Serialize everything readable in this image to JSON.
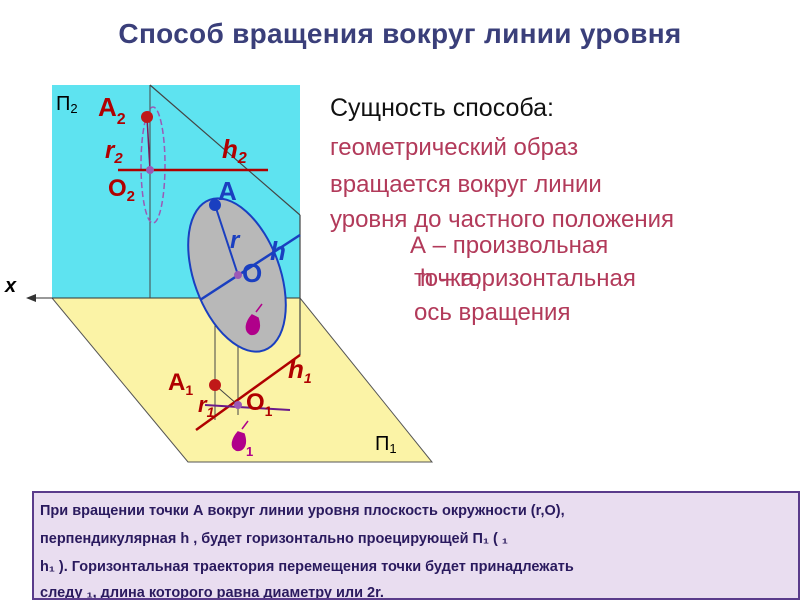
{
  "title": "Способ вращения вокруг линии уровня",
  "essence_heading": "Сущность способа:",
  "description_lines": [
    "геометрический образ",
    "вращается вокруг линии",
    "уровня до частного положения"
  ],
  "notes": {
    "point_a": "А – произвольная",
    "point_word": "точка,",
    "h_horizontal": "h – горизонтальная",
    "axis": "ось вращения"
  },
  "labels": {
    "pi2": "П",
    "pi2_sub": "2",
    "pi1": "П",
    "pi1_sub": "1",
    "x": "x",
    "A2": "A",
    "A2_sub": "2",
    "r2": "r",
    "r2_sub": "2",
    "O2": "O",
    "O2_sub": "2",
    "h2": "h",
    "h2_sub": "2",
    "A": "A",
    "r": "r",
    "h": "h",
    "O": "O",
    "A1": "A",
    "A1_sub": "1",
    "r1": "r",
    "r1_sub": "1",
    "O1": "O",
    "O1_sub": "1",
    "h1": "h",
    "h1_sub": "1",
    "omega_sub": "1"
  },
  "bottom_text": {
    "line1": "При вращении точки А вокруг линии уровня плоскость окружности  (r,O),",
    "line2": "перпендикулярная h , будет горизонтально проецирующей    П₁ (  ₁",
    "line3": "h₁ ). Горизонтальная траектория перемещения точки будет принадлежать",
    "line4": "следу   ₁, длина которого равна диаметру или 2r."
  },
  "colors": {
    "title": "#3a3f7a",
    "plane_v": "#5ee3f0",
    "plane_h": "#fbf3a6",
    "label": "#b00000",
    "highlight": "#b23a5a",
    "box_bg": "#e9ddf0",
    "box_border": "#5a3b8b"
  }
}
